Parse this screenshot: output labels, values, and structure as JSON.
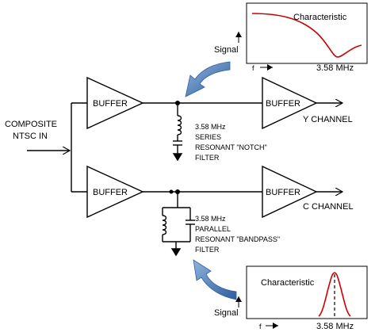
{
  "input": {
    "line1": "COMPOSITE",
    "line2": "NTSC IN"
  },
  "buffers": {
    "label": "BUFFER"
  },
  "outputs": {
    "y": "Y CHANNEL",
    "c": "C CHANNEL"
  },
  "notch_filter": {
    "line1": "3.58 MHz",
    "line2": "SERIES",
    "line3": "RESONANT \"NOTCH\"",
    "line4": "FILTER"
  },
  "bandpass_filter": {
    "line1": "3.58 MHz",
    "line2": "PARALLEL",
    "line3": "RESONANT \"BANDPASS\"",
    "line4": "FILTER"
  },
  "graph_notch": {
    "title": "Characteristic",
    "ylabel": "Signal",
    "xlabel": "f",
    "freq": "3.58 MHz"
  },
  "graph_bandpass": {
    "title": "Characteristic",
    "ylabel": "Signal",
    "xlabel": "f",
    "freq": "3.58 MHz"
  },
  "colors": {
    "curve": "#cc0000",
    "arrow": "#3a6fb0",
    "line": "#000000"
  }
}
